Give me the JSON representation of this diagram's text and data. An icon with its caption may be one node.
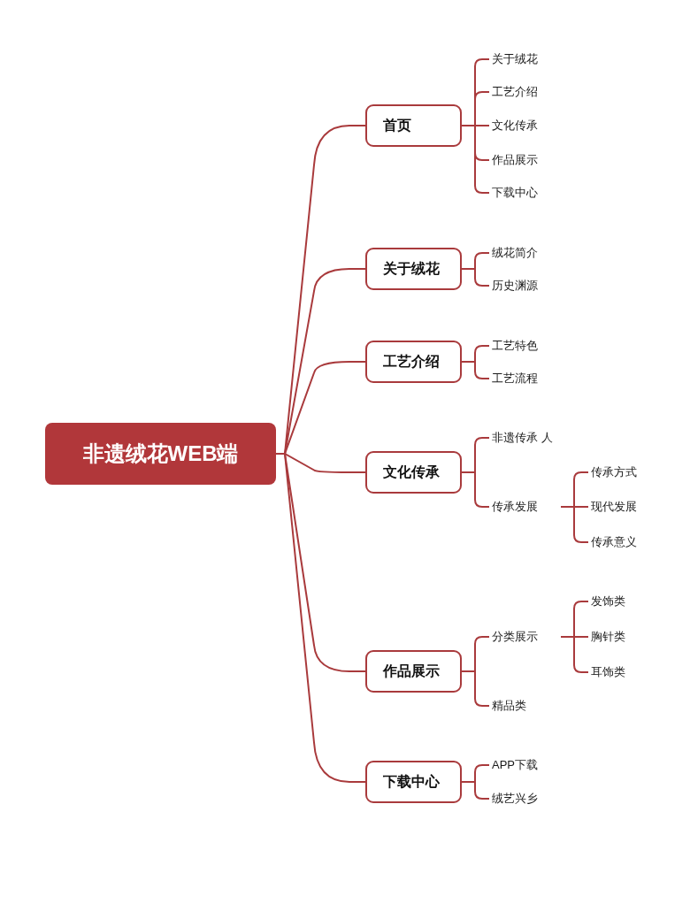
{
  "diagram": {
    "nodes": [
      {
        "text": [
          "非遗绒花WEB端"
        ]
      },
      {
        "text": [
          "首页"
        ]
      },
      {
        "text": [
          "关于绒花"
        ]
      },
      {
        "text": [
          "工艺介绍"
        ]
      },
      {
        "text": [
          "文化传承"
        ]
      },
      {
        "text": [
          "作品展示"
        ]
      },
      {
        "text": [
          "下载中心"
        ]
      },
      {
        "text": [
          "关于绒花"
        ]
      },
      {
        "text": [
          "绒花简介"
        ]
      },
      {
        "text": [
          "历史渊源"
        ]
      },
      {
        "text": [
          "工艺介绍"
        ]
      },
      {
        "text": [
          "工艺特色"
        ]
      },
      {
        "text": [
          "工艺流程"
        ]
      },
      {
        "text": [
          "文化传承"
        ]
      },
      {
        "text": [
          "非遗传承 人"
        ]
      },
      {
        "text": [
          "传承发展"
        ]
      },
      {
        "text": [
          "传承方式"
        ]
      },
      {
        "text": [
          "现代发展"
        ]
      },
      {
        "text": [
          "传承意义"
        ]
      },
      {
        "text": [
          "作品展示"
        ]
      },
      {
        "text": [
          "分类展示"
        ]
      },
      {
        "text": [
          "发饰类"
        ]
      },
      {
        "text": [
          "胸针类"
        ]
      },
      {
        "text": [
          "耳饰类"
        ]
      },
      {
        "text": [
          "精品类"
        ]
      },
      {
        "text": [
          "下载中心"
        ]
      },
      {
        "text": [
          "APP下载"
        ]
      },
      {
        "text": [
          "绒艺兴乡"
        ]
      }
    ],
    "edges": [
      {
        "from": 0,
        "to": 1,
        "arrow": "none"
      },
      {
        "from": 1,
        "to": 2,
        "arrow": "none"
      },
      {
        "from": 1,
        "to": 3,
        "arrow": "none"
      },
      {
        "from": 1,
        "to": 4,
        "arrow": "none"
      },
      {
        "from": 1,
        "to": 5,
        "arrow": "none"
      },
      {
        "from": 1,
        "to": 6,
        "arrow": "none"
      },
      {
        "from": 0,
        "to": 7,
        "arrow": "none"
      },
      {
        "from": 7,
        "to": 8,
        "arrow": "none"
      },
      {
        "from": 7,
        "to": 9,
        "arrow": "none"
      },
      {
        "from": 0,
        "to": 10,
        "arrow": "none"
      },
      {
        "from": 10,
        "to": 11,
        "arrow": "none"
      },
      {
        "from": 10,
        "to": 12,
        "arrow": "none"
      },
      {
        "from": 0,
        "to": 13,
        "arrow": "none"
      },
      {
        "from": 13,
        "to": 14,
        "arrow": "none"
      },
      {
        "from": 13,
        "to": 15,
        "arrow": "none"
      },
      {
        "from": 15,
        "to": 16,
        "arrow": "none"
      },
      {
        "from": 15,
        "to": 17,
        "arrow": "none"
      },
      {
        "from": 15,
        "to": 18,
        "arrow": "none"
      },
      {
        "from": 0,
        "to": 19,
        "arrow": "none"
      },
      {
        "from": 19,
        "to": 20,
        "arrow": "none"
      },
      {
        "from": 20,
        "to": 21,
        "arrow": "none"
      },
      {
        "from": 20,
        "to": 22,
        "arrow": "none"
      },
      {
        "from": 20,
        "to": 23,
        "arrow": "none"
      },
      {
        "from": 19,
        "to": 24,
        "arrow": "none"
      },
      {
        "from": 0,
        "to": 25,
        "arrow": "none"
      },
      {
        "from": 25,
        "to": 26,
        "arrow": "none"
      },
      {
        "from": 25,
        "to": 27,
        "arrow": "none"
      }
    ]
  }
}
